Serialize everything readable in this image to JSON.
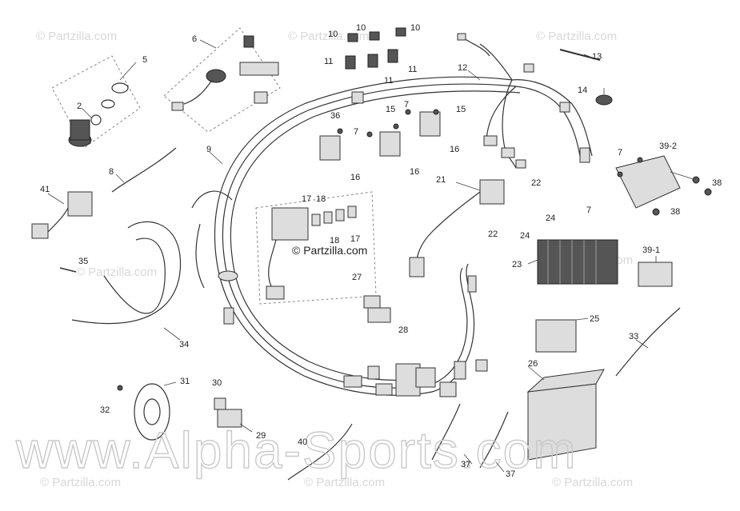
{
  "watermarks": {
    "small": "© Partzilla.com",
    "center": "© Partzilla.com",
    "big": "www.Alpha-Sports.com"
  },
  "callouts": [
    {
      "id": "c5",
      "text": "5"
    },
    {
      "id": "c6",
      "text": "6"
    },
    {
      "id": "c2",
      "text": "2"
    },
    {
      "id": "c10a",
      "text": "10"
    },
    {
      "id": "c10b",
      "text": "10"
    },
    {
      "id": "c10c",
      "text": "10"
    },
    {
      "id": "c11a",
      "text": "11"
    },
    {
      "id": "c11b",
      "text": "11"
    },
    {
      "id": "c11c",
      "text": "11"
    },
    {
      "id": "c13",
      "text": "13"
    },
    {
      "id": "c12",
      "text": "12"
    },
    {
      "id": "c14",
      "text": "14"
    },
    {
      "id": "c36",
      "text": "36"
    },
    {
      "id": "c15a",
      "text": "15"
    },
    {
      "id": "c15b",
      "text": "15"
    },
    {
      "id": "c7a",
      "text": "7"
    },
    {
      "id": "c7b",
      "text": "7"
    },
    {
      "id": "c7c",
      "text": "7"
    },
    {
      "id": "c7d",
      "text": "7"
    },
    {
      "id": "c16a",
      "text": "16"
    },
    {
      "id": "c16b",
      "text": "16"
    },
    {
      "id": "c16c",
      "text": "16"
    },
    {
      "id": "c9",
      "text": "9"
    },
    {
      "id": "c8",
      "text": "8"
    },
    {
      "id": "c41",
      "text": "41"
    },
    {
      "id": "c39-2",
      "text": "39-2"
    },
    {
      "id": "c38a",
      "text": "38"
    },
    {
      "id": "c38b",
      "text": "38"
    },
    {
      "id": "c21",
      "text": "21"
    },
    {
      "id": "c22a",
      "text": "22"
    },
    {
      "id": "c22b",
      "text": "22"
    },
    {
      "id": "c17a",
      "text": "17"
    },
    {
      "id": "c18a",
      "text": "18"
    },
    {
      "id": "c18b",
      "text": "18"
    },
    {
      "id": "c17b",
      "text": "17"
    },
    {
      "id": "c24a",
      "text": "24"
    },
    {
      "id": "c24b",
      "text": "24"
    },
    {
      "id": "c23",
      "text": "23"
    },
    {
      "id": "c39-1",
      "text": "39-1"
    },
    {
      "id": "c35",
      "text": "35"
    },
    {
      "id": "c27",
      "text": "27"
    },
    {
      "id": "c28",
      "text": "28"
    },
    {
      "id": "c25",
      "text": "25"
    },
    {
      "id": "c34",
      "text": "34"
    },
    {
      "id": "c33",
      "text": "33"
    },
    {
      "id": "c31",
      "text": "31"
    },
    {
      "id": "c30",
      "text": "30"
    },
    {
      "id": "c26",
      "text": "26"
    },
    {
      "id": "c32",
      "text": "32"
    },
    {
      "id": "c29",
      "text": "29"
    },
    {
      "id": "c40",
      "text": "40"
    },
    {
      "id": "c37a",
      "text": "37"
    },
    {
      "id": "c37b",
      "text": "37"
    }
  ]
}
